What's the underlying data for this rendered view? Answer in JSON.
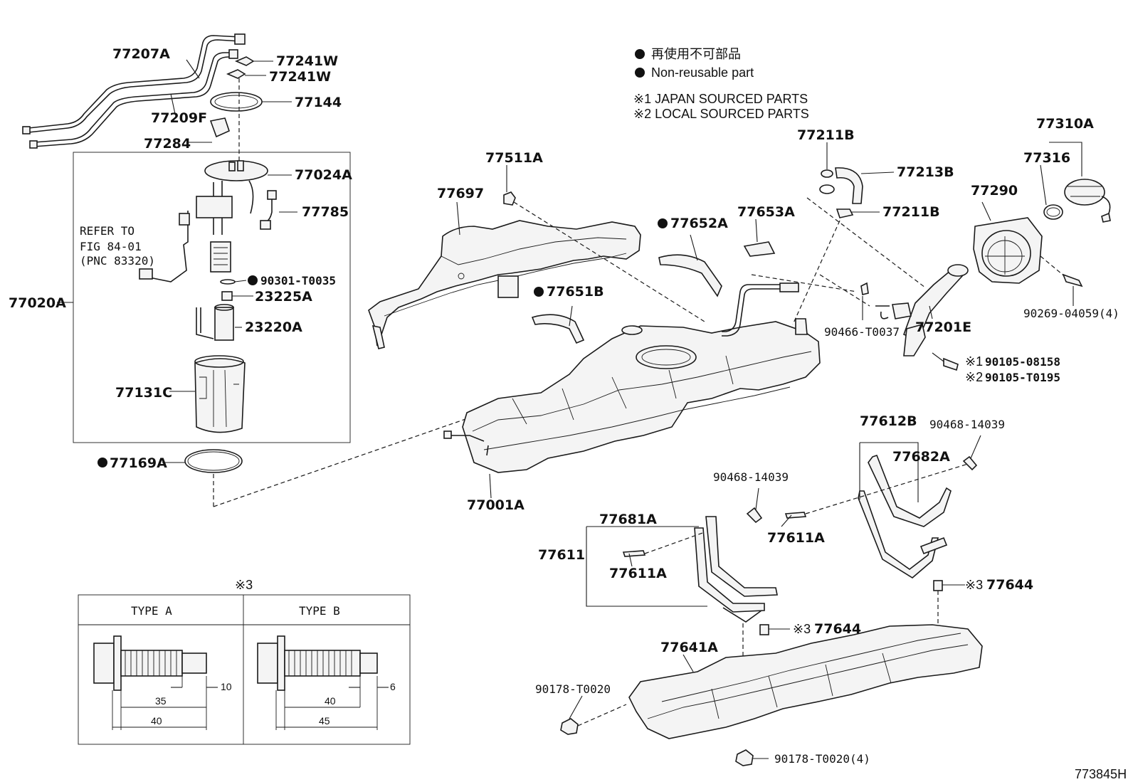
{
  "legend": {
    "line1": "再使用不可部品",
    "line2": "Non-reusable part",
    "note1": "※1 JAPAN SOURCED PARTS",
    "note2": "※2 LOCAL SOURCED PARTS"
  },
  "refer": {
    "line1": "REFER TO",
    "line2": "FIG 84-01",
    "line3": "(PNC 83320)"
  },
  "parts": {
    "p77207A": "77207A",
    "p77241W_1": "77241W",
    "p77241W_2": "77241W",
    "p77209F": "77209F",
    "p77144": "77144",
    "p77284": "77284",
    "p77024A": "77024A",
    "p77785": "77785",
    "p90301": "90301-T0035",
    "p23225A": "23225A",
    "p23220A": "23220A",
    "p77020A": "77020A",
    "p77131C": "77131C",
    "p77169A": "77169A",
    "p77511A": "77511A",
    "p77697": "77697",
    "p77652A": "77652A",
    "p77653A": "77653A",
    "p77651B": "77651B",
    "p77211B_1": "77211B",
    "p77213B": "77213B",
    "p77211B_2": "77211B",
    "p77310A": "77310A",
    "p77316": "77316",
    "p77290": "77290",
    "p90466": "90466-T0037",
    "p77201E": "77201E",
    "p90269": "90269-04059(4)",
    "p90105a": "90105-08158",
    "p90105b": "90105-T0195",
    "p77001A": "77001A",
    "p77612B": "77612B",
    "p90468a": "90468-14039",
    "p77682A": "77682A",
    "p90468b": "90468-14039",
    "p77681A": "77681A",
    "p77611A_1": "77611A",
    "p77611": "77611",
    "p77611A_2": "77611A",
    "p77644_1": "77644",
    "p77644_2": "77644",
    "p77641A": "77641A",
    "p90178a": "90178-T0020",
    "p90178b": "90178-T0020(4)"
  },
  "marks": {
    "m1": "※1",
    "m2": "※2",
    "m3a": "※3",
    "m3b": "※3",
    "m3c": "※3"
  },
  "types": {
    "typeA": "TYPE A",
    "typeB": "TYPE B",
    "a_dim1": "10",
    "a_dim2": "35",
    "a_dim3": "40",
    "b_dim1": "6",
    "b_dim2": "40",
    "b_dim3": "45"
  },
  "code": "773845H"
}
